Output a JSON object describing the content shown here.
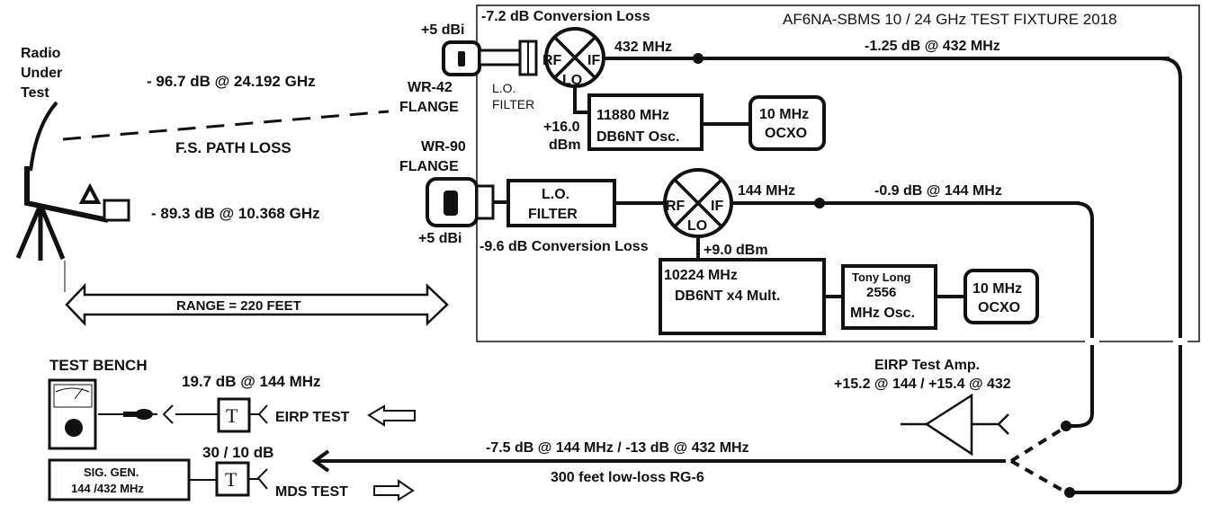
{
  "title": "AF6NA-SBMS 10 / 24 GHz TEST FIXTURE  2018",
  "radio": {
    "label_lines": [
      "Radio",
      "Under",
      "Test"
    ]
  },
  "path_loss": {
    "label": "F.S. PATH LOSS",
    "loss_24": "- 96.7 dB @ 24.192 GHz",
    "loss_10": "- 89.3 dB @ 10.368 GHz",
    "range": "RANGE = 220 FEET"
  },
  "chain_24ghz": {
    "antenna_gain": "+5 dBi",
    "flange": [
      "WR-42",
      "FLANGE"
    ],
    "lo_filter": [
      "L.O.",
      "FILTER"
    ],
    "conversion_loss": "-7.2 dB Conversion Loss",
    "mixer_ports": {
      "rf": "RF",
      "if": "IF",
      "lo": "LO"
    },
    "if_freq": "432 MHz",
    "lo_level": [
      "+16.0",
      "dBm"
    ],
    "oscillator": [
      "11880 MHz",
      "DB6NT Osc."
    ],
    "reference": [
      "10 MHz",
      "OCXO"
    ],
    "cable_loss": "-1.25 dB @ 432 MHz"
  },
  "chain_10ghz": {
    "flange": [
      "WR-90",
      "FLANGE"
    ],
    "antenna_gain": "+5 dBi",
    "lo_filter": [
      "L.O.",
      "FILTER"
    ],
    "conversion_loss": "-9.6 dB Conversion Loss",
    "mixer_ports": {
      "rf": "RF",
      "if": "IF",
      "lo": "LO"
    },
    "if_freq": "144 MHz",
    "lo_level": "+9.0 dBm",
    "multiplier": [
      "10224 MHz",
      "DB6NT x4 Mult."
    ],
    "oscillator": [
      "Tony Long",
      "2556",
      "MHz Osc."
    ],
    "reference": [
      "10 MHz",
      "OCXO"
    ],
    "cable_loss": "-0.9 dB @ 144 MHz"
  },
  "amp": {
    "label": "EIRP Test Amp.",
    "gain": "+15.2 @ 144 / +15.4 @ 432"
  },
  "feedline": {
    "loss": "-7.5 dB @ 144 MHz / -13 dB @ 432 MHz",
    "description": "300 feet low-loss RG-6"
  },
  "bench": {
    "label": "TEST BENCH",
    "eirp_atten": "19.7 dB @ 144 MHz",
    "attenuator_symbol": "T",
    "eirp_test": "EIRP TEST",
    "mds_atten": "30 / 10 dB",
    "mds_test": "MDS TEST",
    "sig_gen": [
      "SIG. GEN.",
      "144 /432 MHz"
    ]
  }
}
